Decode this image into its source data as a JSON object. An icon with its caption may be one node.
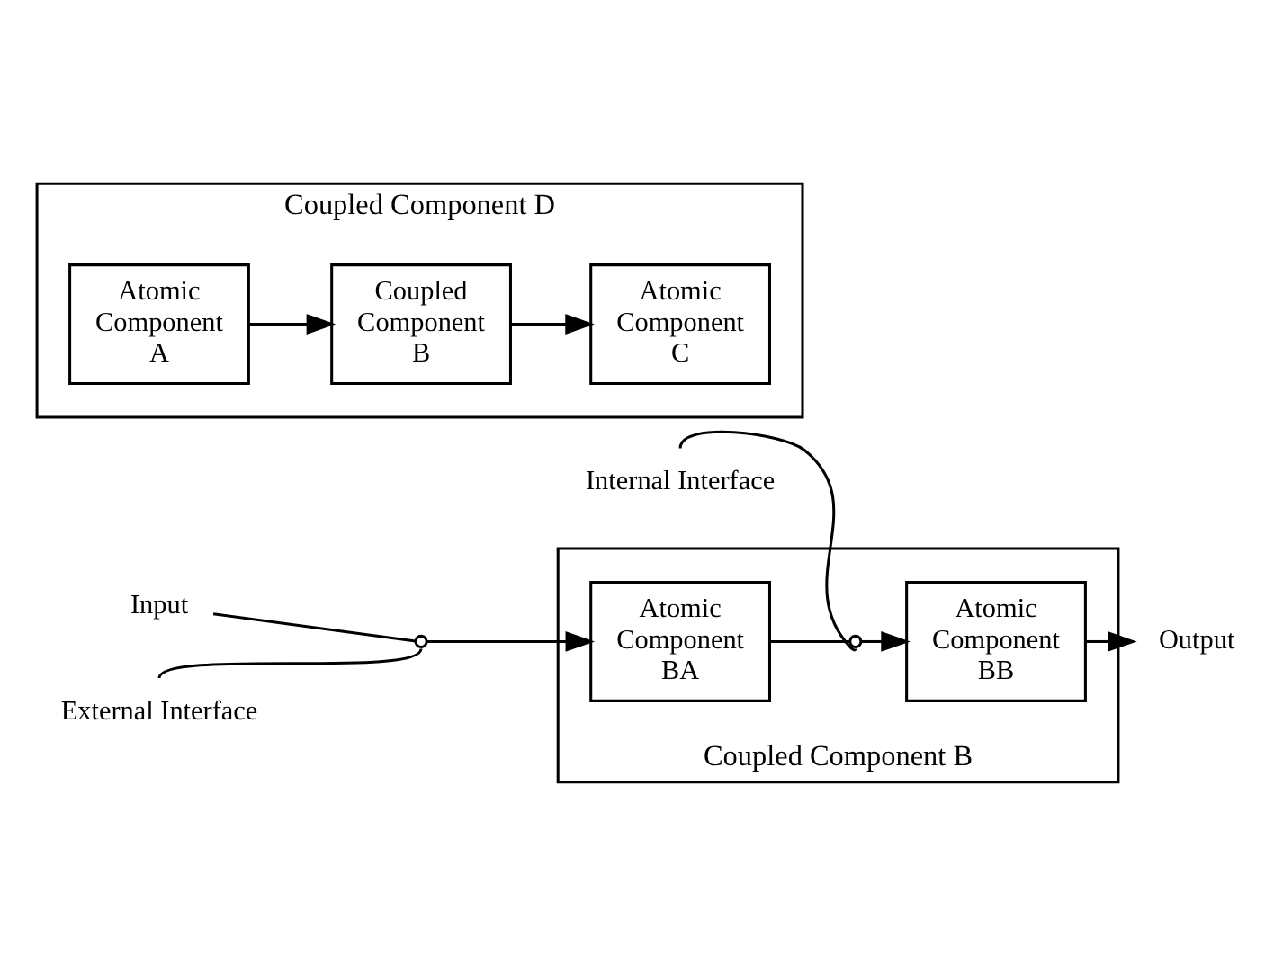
{
  "diagram": {
    "nodes": [
      {
        "text": [
          "Coupled Component B"
        ]
      },
      {
        "text": [
          "Input"
        ]
      },
      {
        "text": [],
        "shape": "circle"
      },
      {
        "text": [
          "Atomic Component BA"
        ],
        "in": 0
      },
      {
        "text": [],
        "shape": "circle",
        "in": 0
      },
      {
        "text": [
          "Atomic Component BB"
        ],
        "in": 0
      },
      {
        "text": [
          "Output"
        ]
      },
      {
        "text": [
          "External Interface"
        ]
      },
      {
        "text": [
          "Internal Interface"
        ]
      },
      {
        "text": [
          "Coupled Component D"
        ]
      },
      {
        "text": [
          "Atomic Component A"
        ],
        "in": 9
      },
      {
        "text": [
          "Coupled Component B"
        ],
        "in": 9
      },
      {
        "text": [
          "Atomic Component C"
        ],
        "in": 9
      }
    ],
    "edges": [
      {
        "from": 1,
        "to": 2,
        "arrow": "none"
      },
      {
        "from": 2,
        "to": 3,
        "arrow": "to"
      },
      {
        "from": 3,
        "to": 4,
        "arrow": "none"
      },
      {
        "from": 4,
        "to": 5,
        "arrow": "to"
      },
      {
        "from": 5,
        "to": 6,
        "arrow": "to"
      },
      {
        "from": 7,
        "to": 2,
        "arrow": "none"
      },
      {
        "from": 8,
        "to": 4,
        "arrow": "none"
      },
      {
        "from": 10,
        "to": 11,
        "arrow": "to"
      },
      {
        "from": 11,
        "to": 12,
        "arrow": "to"
      }
    ]
  }
}
